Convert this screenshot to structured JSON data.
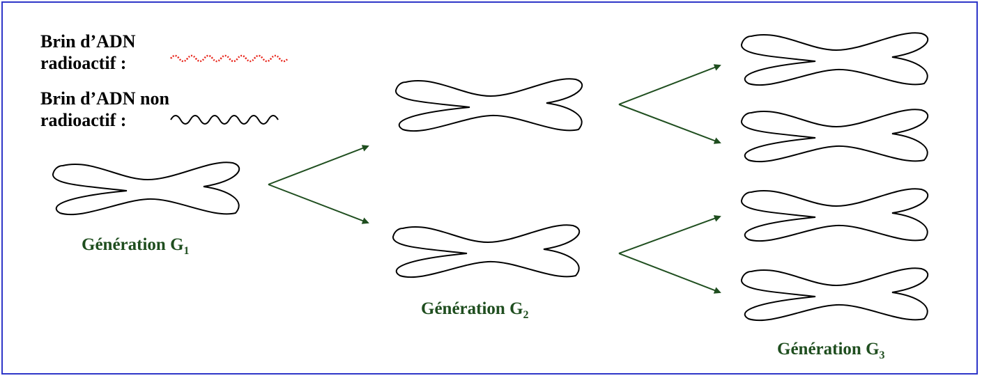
{
  "legend": {
    "radioactive_line1": "Brin d’ADN",
    "radioactive_line2": "radioactif :",
    "nonradioactive_line1": "Brin d’ADN non",
    "nonradioactive_line2": "radioactif :",
    "radioactive_color": "#e8281e",
    "nonradioactive_color": "#000000"
  },
  "generations": [
    {
      "label": "Génération G",
      "sub": "1"
    },
    {
      "label": "Génération G",
      "sub": "2"
    },
    {
      "label": "Génération G",
      "sub": "3"
    }
  ],
  "colors": {
    "border": "#2e36c8",
    "arrow": "#1f4e1f",
    "label": "#1f4e1f"
  }
}
